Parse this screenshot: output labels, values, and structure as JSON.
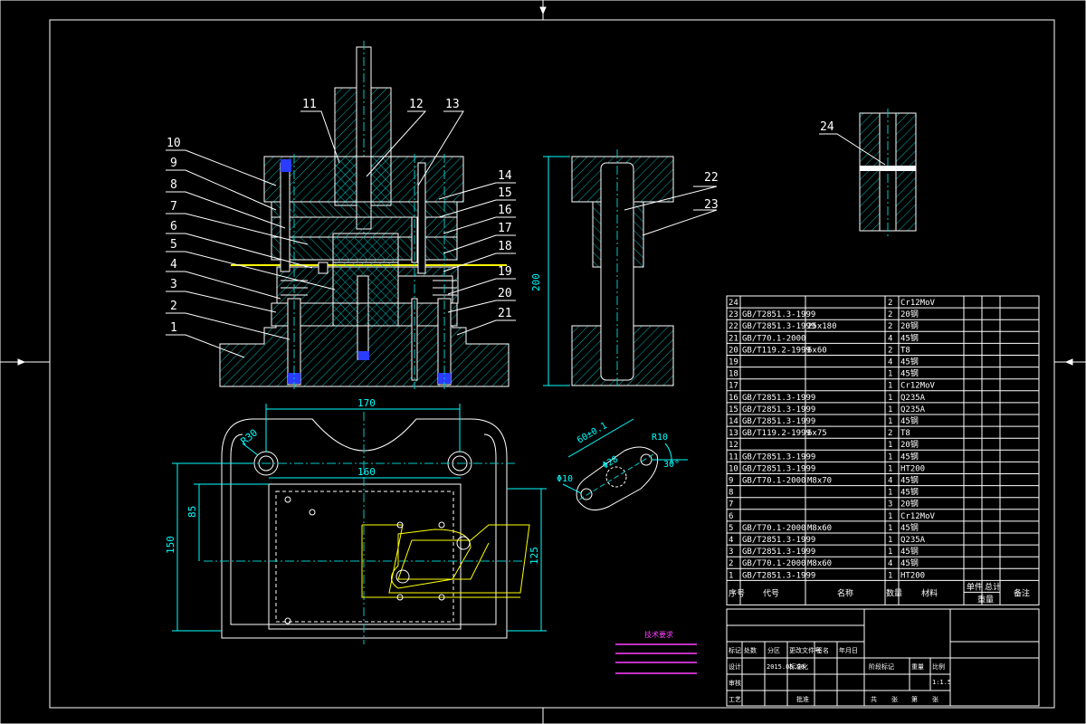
{
  "colors": {
    "background": "#000000",
    "frame": "#ffffff",
    "hatch": "#00b4b4",
    "outline": "#ffffff",
    "centerline": "#00c8c8",
    "dimension": "#00ffff",
    "strip": "#ffff00",
    "note": "#ff40ff",
    "accent_blue": "#2a3cff",
    "table_text": "#ffffff"
  },
  "section_view": {
    "balloons": [
      {
        "label": "10"
      },
      {
        "label": "9"
      },
      {
        "label": "8"
      },
      {
        "label": "7"
      },
      {
        "label": "6"
      },
      {
        "label": "5"
      },
      {
        "label": "4"
      },
      {
        "label": "3"
      },
      {
        "label": "2"
      },
      {
        "label": "1"
      },
      {
        "label": "11"
      },
      {
        "label": "12"
      },
      {
        "label": "13"
      },
      {
        "label": "14"
      },
      {
        "label": "15"
      },
      {
        "label": "16"
      },
      {
        "label": "17"
      },
      {
        "label": "18"
      },
      {
        "label": "19"
      },
      {
        "label": "20"
      },
      {
        "label": "21"
      }
    ]
  },
  "side_view": {
    "balloons": [
      {
        "label": "22"
      },
      {
        "label": "23"
      }
    ],
    "height_dim": "200"
  },
  "detail_view": {
    "balloons": [
      {
        "label": "24"
      }
    ]
  },
  "plan_view": {
    "dims": {
      "width_top": "170",
      "width_inner": "160",
      "radius": "R30",
      "height_inner": "85",
      "height_total": "150",
      "height_right": "125"
    }
  },
  "part_view": {
    "dims": {
      "center_dist": "60±0.1",
      "radius": "R10",
      "angle": "30°",
      "hole": "Φ10",
      "hole_mid": "Φ28"
    }
  },
  "bom": {
    "rows": [
      {
        "no": "24",
        "std": "",
        "name": "",
        "qty": "2",
        "mat": "Cr12MoV"
      },
      {
        "no": "23",
        "std": "GB/T2851.3-1999",
        "name": "",
        "qty": "2",
        "mat": "20钢"
      },
      {
        "no": "22",
        "std": "GB/T2851.3-1999",
        "name": "25x180",
        "qty": "2",
        "mat": "20钢"
      },
      {
        "no": "21",
        "std": "GB/T70.1-2000",
        "name": "",
        "qty": "4",
        "mat": "45钢"
      },
      {
        "no": "20",
        "std": "GB/T119.2-1999",
        "name": "6x60",
        "qty": "2",
        "mat": "T8"
      },
      {
        "no": "19",
        "std": "",
        "name": "",
        "qty": "4",
        "mat": "45钢"
      },
      {
        "no": "18",
        "std": "",
        "name": "",
        "qty": "1",
        "mat": "45钢"
      },
      {
        "no": "17",
        "std": "",
        "name": "",
        "qty": "1",
        "mat": "Cr12MoV"
      },
      {
        "no": "16",
        "std": "GB/T2851.3-1999",
        "name": "",
        "qty": "1",
        "mat": "Q235A"
      },
      {
        "no": "15",
        "std": "GB/T2851.3-1999",
        "name": "",
        "qty": "1",
        "mat": "Q235A"
      },
      {
        "no": "14",
        "std": "GB/T2851.3-1999",
        "name": "",
        "qty": "1",
        "mat": "45钢"
      },
      {
        "no": "13",
        "std": "GB/T119.2-1999",
        "name": "6x75",
        "qty": "2",
        "mat": "T8"
      },
      {
        "no": "12",
        "std": "",
        "name": "",
        "qty": "1",
        "mat": "20钢"
      },
      {
        "no": "11",
        "std": "GB/T2851.3-1999",
        "name": "",
        "qty": "1",
        "mat": "45钢"
      },
      {
        "no": "10",
        "std": "GB/T2851.3-1999",
        "name": "",
        "qty": "1",
        "mat": "HT200"
      },
      {
        "no": "9",
        "std": "GB/T70.1-2000",
        "name": "M8x70",
        "qty": "4",
        "mat": "45钢"
      },
      {
        "no": "8",
        "std": "",
        "name": "",
        "qty": "1",
        "mat": "45钢"
      },
      {
        "no": "7",
        "std": "",
        "name": "",
        "qty": "3",
        "mat": "20钢"
      },
      {
        "no": "6",
        "std": "",
        "name": "",
        "qty": "1",
        "mat": "Cr12MoV"
      },
      {
        "no": "5",
        "std": "GB/T70.1-2000",
        "name": "M8x60",
        "qty": "1",
        "mat": "45钢"
      },
      {
        "no": "4",
        "std": "GB/T2851.3-1999",
        "name": "",
        "qty": "1",
        "mat": "Q235A"
      },
      {
        "no": "3",
        "std": "GB/T2851.3-1999",
        "name": "",
        "qty": "1",
        "mat": "45钢"
      },
      {
        "no": "2",
        "std": "GB/T70.1-2000",
        "name": "M8x60",
        "qty": "4",
        "mat": "45钢"
      },
      {
        "no": "1",
        "std": "GB/T2851.3-1999",
        "name": "",
        "qty": "1",
        "mat": "HT200"
      }
    ],
    "header": {
      "no": "序号",
      "std": "代号",
      "name": "名称",
      "qty": "数量",
      "mat": "材料",
      "w1": "单件",
      "w2": "总计",
      "w3": "重量",
      "note": "备注"
    }
  },
  "title_block": {
    "labels": [
      "标记",
      "处数",
      "分区",
      "更改文件号",
      "签名",
      "年月日",
      "设计",
      "标准化",
      "阶段标记",
      "重量",
      "比例",
      "审核",
      "工艺",
      "批准",
      "共",
      "张",
      "第",
      "张"
    ],
    "date": "2015.05.20",
    "scale": "1:1.5"
  },
  "notes": {
    "title": "技术要求"
  }
}
